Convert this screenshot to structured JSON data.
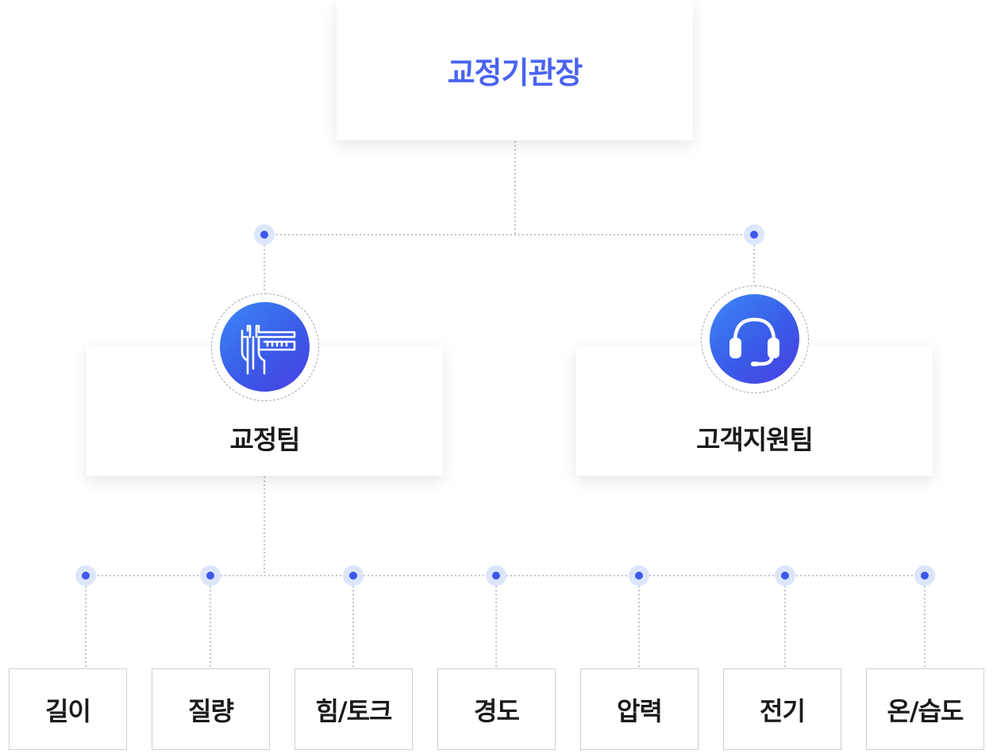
{
  "top": {
    "label": "교정기관장"
  },
  "teams": [
    {
      "label": "교정팀",
      "icon": "caliper-icon"
    },
    {
      "label": "고객지원팀",
      "icon": "headset-icon"
    }
  ],
  "divisions": [
    {
      "label": "길이"
    },
    {
      "label": "질량"
    },
    {
      "label": "힘/토크"
    },
    {
      "label": "경도"
    },
    {
      "label": "압력"
    },
    {
      "label": "전기"
    },
    {
      "label": "온/습도"
    }
  ],
  "colors": {
    "accent": "#4a63f0",
    "node_dot": "#3f57ee",
    "node_halo": "#dce6fb",
    "connector": "#9ea4b4",
    "text": "#1a1a1a",
    "leaf_border": "#cfcfcf"
  }
}
